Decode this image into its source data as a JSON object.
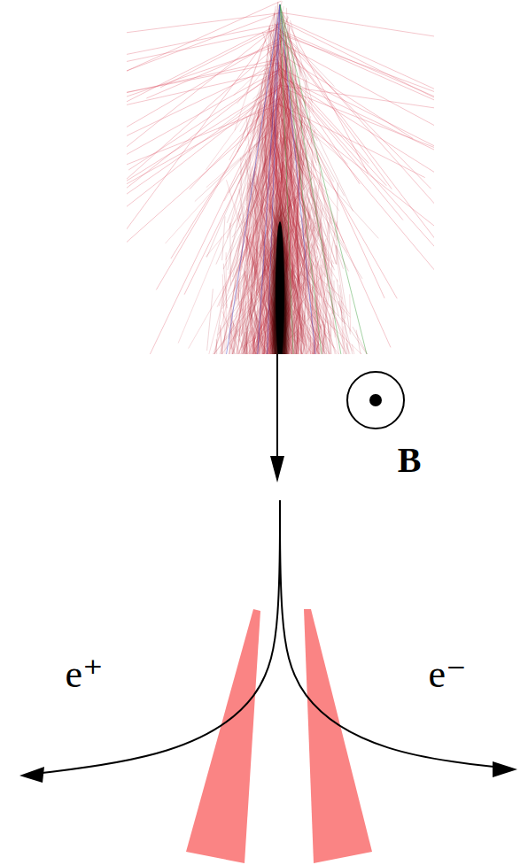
{
  "diagram": {
    "labels": [
      "B",
      "e⁺",
      "e⁻"
    ]
  }
}
